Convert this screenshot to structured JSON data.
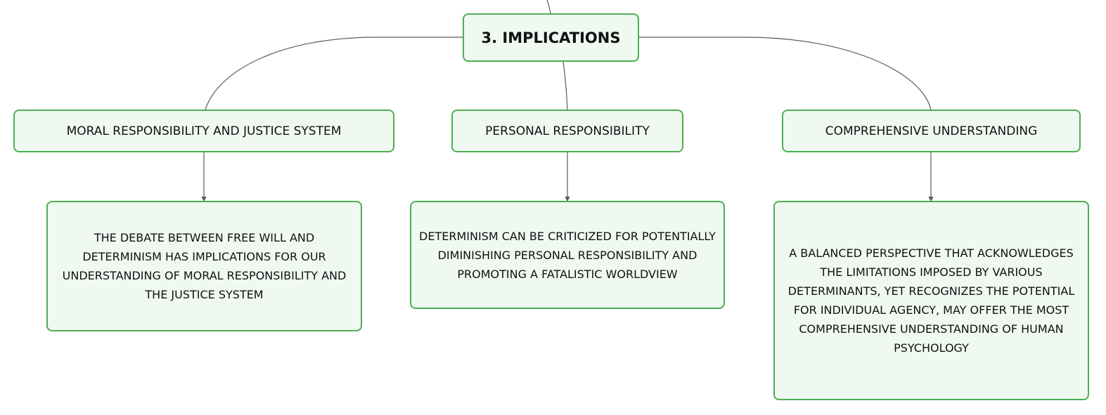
{
  "root": {
    "label": "3. IMPLICATIONS"
  },
  "branches": [
    {
      "label": "MORAL RESPONSIBILITY AND JUSTICE SYSTEM",
      "detail": "THE DEBATE BETWEEN FREE WILL AND DETERMINISM HAS IMPLICATIONS FOR OUR UNDERSTANDING OF MORAL RESPONSIBILITY AND THE JUSTICE SYSTEM"
    },
    {
      "label": "PERSONAL RESPONSIBILITY",
      "detail": "DETERMINISM CAN BE CRITICIZED FOR POTENTIALLY DIMINISHING PERSONAL RESPONSIBILITY AND PROMOTING A FATALISTIC WORLDVIEW"
    },
    {
      "label": "COMPREHENSIVE UNDERSTANDING",
      "detail": "A BALANCED PERSPECTIVE THAT ACKNOWLEDGES THE LIMITATIONS IMPOSED BY VARIOUS DETERMINANTS, YET RECOGNIZES THE POTENTIAL FOR INDIVIDUAL AGENCY, MAY OFFER THE MOST COMPREHENSIVE UNDERSTANDING OF HUMAN PSYCHOLOGY"
    }
  ],
  "colors": {
    "node_border": "#4caf50",
    "node_fill": "#eff9f1",
    "connector": "#5b5b5b",
    "text": "#111111"
  }
}
